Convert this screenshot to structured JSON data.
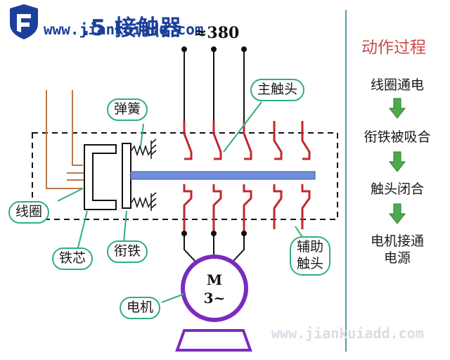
{
  "title": ".5 接触器",
  "watermark_top": "www.jiankuiadd.com",
  "watermark_bottom": "www.jiankuiadd.com",
  "voltage": "≈380",
  "labels": {
    "spring": "弹簧",
    "main_contact": "主触头",
    "coil": "线圈",
    "core": "铁芯",
    "armature": "衔铁",
    "aux_contact": [
      "辅助",
      "触头"
    ],
    "motor": "电机"
  },
  "motor_symbol": {
    "line1": "M",
    "line2": "3~"
  },
  "process": {
    "title": "动作过程",
    "steps": [
      "线圈通电",
      "衔铁被吸合",
      "触头闭合",
      "电机接通\n电源"
    ]
  },
  "colors": {
    "wire": "#111111",
    "contact": "#c0282f",
    "rod": "#6f8fd6",
    "coil_wire": "#b8784a",
    "motor": "#7a2bbf",
    "label_border": "#2fb07a",
    "arrow": "#4daa4d",
    "divider": "#5a9aa8",
    "title": "#1c3f9b"
  }
}
